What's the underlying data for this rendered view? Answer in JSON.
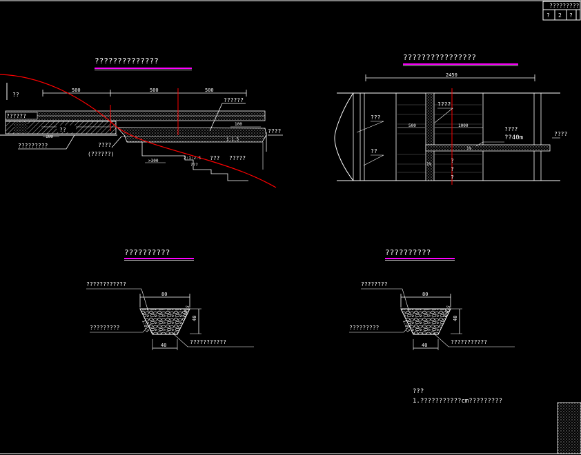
{
  "title_block": {
    "row1": "?????????",
    "row2": [
      "?",
      "2",
      "?"
    ]
  },
  "views": {
    "cross_section": {
      "title": "??????????????",
      "dims": [
        "500",
        "500",
        "500",
        "100",
        "100",
        ">300"
      ],
      "labels": {
        "left_fill": "??",
        "layer_top": "??????",
        "embank": "??",
        "left_bottom": "?????????",
        "top_right": "??????",
        "ditch": "????",
        "dim_rightside": "100",
        "culvert": "????",
        "culvert_sub": "(??????)",
        "slope": "1:1.5",
        "step": "???",
        "step2": "?????",
        "side": "?"
      },
      "slope_ratio": "2:1:2.5",
      "slope_label": "???"
    },
    "plan": {
      "title": "????????????????",
      "dims": [
        "2450",
        "500",
        "1000"
      ],
      "labels": {
        "pipe": "????",
        "left_a": "???",
        "left_b": "??",
        "right_a": "????",
        "right_b": "??40m",
        "far_right": "????",
        "pipe_tag": "1%",
        "q1": "?",
        "q2": "?",
        "q3": "?"
      }
    },
    "detail_left": {
      "title": "??????????",
      "top_dim": "80",
      "height_dim": "40",
      "bottom_dim": "40",
      "slope_left": "1:0.5",
      "slope_right": "1:0.5",
      "label_top": "????????????",
      "label_mid": "?????????",
      "label_bottom": "???????????"
    },
    "detail_right": {
      "title": "??????????",
      "top_dim": "80",
      "height_dim": "40",
      "bottom_dim": "40",
      "slope_left": "1:0.5",
      "slope_right": "1:0.5",
      "label_top": "????????",
      "label_mid": "?????????",
      "label_bottom": "???????????"
    },
    "notes": {
      "header": "???",
      "line1": "1.???????????cm?????????"
    }
  },
  "colors": {
    "background": "#000000",
    "lines": "#ffffff",
    "ground": "#ff0000",
    "underline": "#ff00ff"
  }
}
